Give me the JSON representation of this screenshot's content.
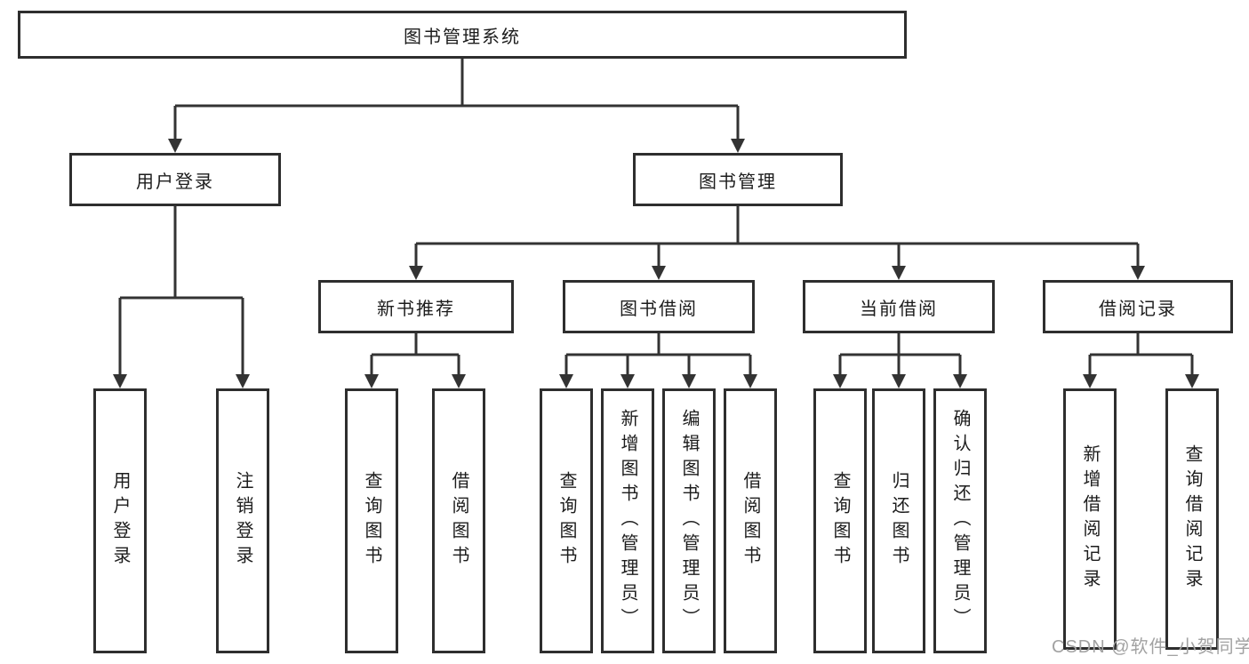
{
  "tree": {
    "root": {
      "label": "图书管理系统",
      "children": [
        {
          "label": "用户登录",
          "children": [
            {
              "label": "用户登录"
            },
            {
              "label": "注销登录"
            }
          ]
        },
        {
          "label": "图书管理",
          "children": [
            {
              "label": "新书推荐",
              "children": [
                {
                  "label": "查询图书"
                },
                {
                  "label": "借阅图书"
                }
              ]
            },
            {
              "label": "图书借阅",
              "children": [
                {
                  "label": "查询图书"
                },
                {
                  "label": "新增图书（管理员）"
                },
                {
                  "label": "编辑图书（管理员）"
                },
                {
                  "label": "借阅图书"
                }
              ]
            },
            {
              "label": "当前借阅",
              "children": [
                {
                  "label": "查询图书"
                },
                {
                  "label": "归还图书"
                },
                {
                  "label": "确认归还（管理员）"
                }
              ]
            },
            {
              "label": "借阅记录",
              "children": [
                {
                  "label": "新增借阅记录"
                },
                {
                  "label": "查询借阅记录"
                }
              ]
            }
          ]
        }
      ]
    }
  },
  "watermark": {
    "text": "CSDN @软件_小贺同学"
  },
  "colors": {
    "line": "#333333",
    "box_border": "#2e2e2e",
    "text": "#1c1c1c",
    "watermark": "#a2a2a2",
    "background": "#ffffff"
  }
}
